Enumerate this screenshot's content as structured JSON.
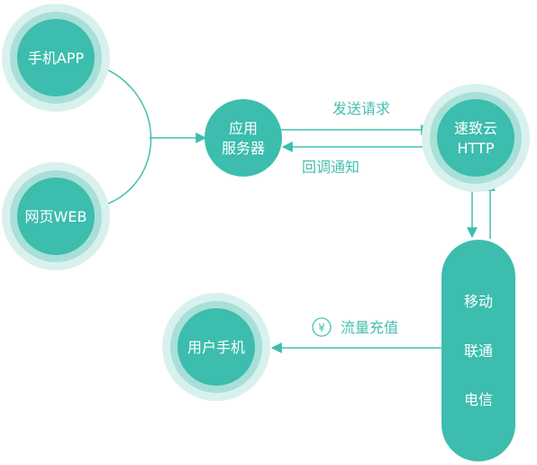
{
  "nodes": {
    "mobile_app": "手机APP",
    "web": "网页WEB",
    "app_server": [
      "应用",
      "服务器"
    ],
    "gateway": [
      "速致云",
      "HTTP"
    ],
    "carriers": [
      "移动",
      "联通",
      "电信"
    ],
    "user_phone": "用户手机"
  },
  "edges": {
    "send_request": "发送请求",
    "callback": "回调通知",
    "recharge_symbol": "¥",
    "recharge": "流量充值"
  },
  "colors": {
    "teal": "#3cbdae",
    "teal_dark": "#34b2a3",
    "halo_light": "#d9f1ee",
    "halo_mid": "#a8e0d8",
    "line": "#45bfb0"
  }
}
